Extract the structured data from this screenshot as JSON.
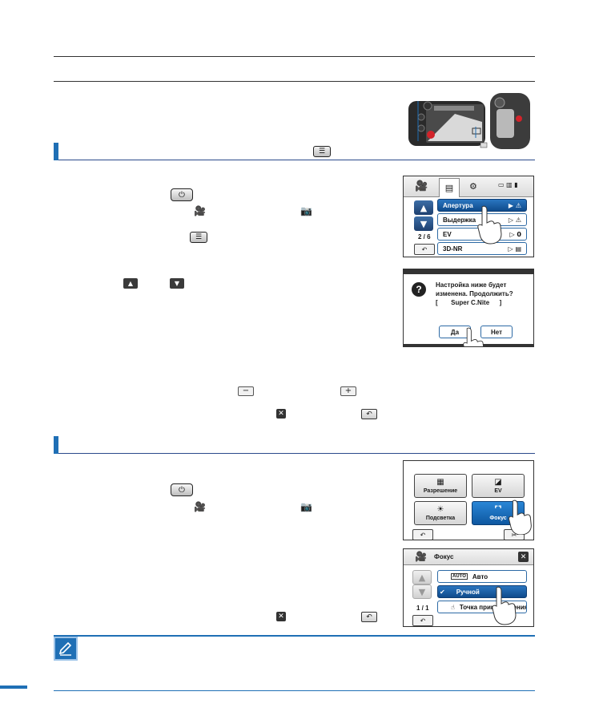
{
  "icons": {
    "menu_key": "menu-icon",
    "power_key": "power-icon",
    "video_mode": "video-camera-icon",
    "photo_mode": "photo-camera-icon",
    "up_key": "up-arrow-icon",
    "down_key": "down-arrow-icon",
    "minus_key": "minus-icon",
    "plus_key": "plus-icon",
    "close_key": "close-icon",
    "back_key": "back-icon"
  },
  "colors": {
    "accent": "#1f6fb5",
    "selected_row": "#1a5fa8",
    "rule": "#2b4a8b"
  },
  "screen1": {
    "page": "2 / 6",
    "items": [
      {
        "label": "Апертура",
        "value": "▶ ⚠"
      },
      {
        "label": "Выдержка",
        "value": "▷ ⚠"
      },
      {
        "label": "EV",
        "value": "▷ 0"
      },
      {
        "label": "3D-NR",
        "value": "▷ ▤"
      }
    ]
  },
  "screen2": {
    "line1": "Настройка ниже будет",
    "line2": "изменена. Продолжить?",
    "bracket_open": "[",
    "mode": "Super C.Nite",
    "bracket_close": "]",
    "yes": "Да",
    "no": "Нет"
  },
  "screen3": {
    "tiles": [
      {
        "label": "Разрешение",
        "icon": "▦"
      },
      {
        "label": "EV",
        "icon": "◪"
      },
      {
        "label": "Подсветка",
        "icon": "☀"
      },
      {
        "label": "Фокус",
        "icon": "⌜⌝"
      }
    ]
  },
  "screen4": {
    "title": "Фокус",
    "page": "1 / 1",
    "items": [
      {
        "label": "Авто",
        "icon": "AUTO"
      },
      {
        "label": "Ручной",
        "icon": "✔"
      },
      {
        "label": "Точка прикосновения",
        "icon": "☝"
      }
    ]
  }
}
